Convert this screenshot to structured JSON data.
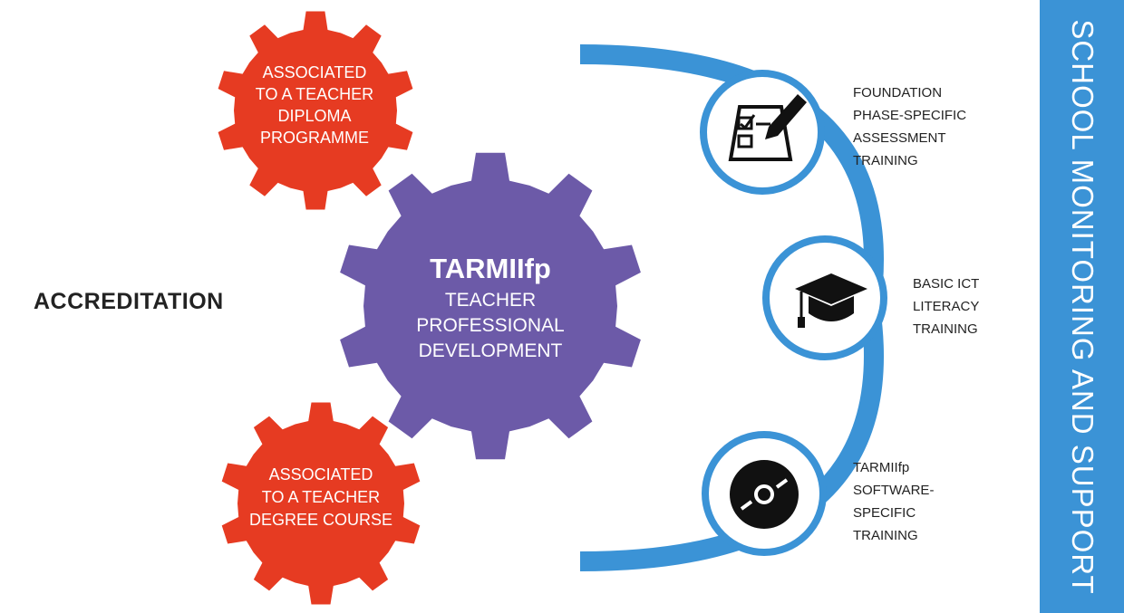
{
  "accreditation": "ACCREDITATION",
  "side_bar": {
    "label": "SCHOOL MONITORING AND SUPPORT"
  },
  "gears": {
    "top_left": [
      "ASSOCIATED",
      "TO A TEACHER",
      "DIPLOMA",
      "PROGRAMME"
    ],
    "center_title": "TARMIIfp",
    "center_lines": [
      "TEACHER",
      "PROFESSIONAL",
      "DEVELOPMENT"
    ],
    "bottom_left": [
      "ASSOCIATED",
      "TO A TEACHER",
      "DEGREE COURSE"
    ]
  },
  "trainings": [
    {
      "icon": "assessment-checklist-icon",
      "lines": [
        "FOUNDATION",
        "PHASE-SPECIFIC",
        "ASSESSMENT",
        "TRAINING"
      ]
    },
    {
      "icon": "graduation-cap-icon",
      "lines": [
        "BASIC ICT",
        "LITERACY",
        "TRAINING"
      ]
    },
    {
      "icon": "software-disc-icon",
      "lines": [
        "TARMIIfp",
        "SOFTWARE-",
        "SPECIFIC",
        "TRAINING"
      ]
    }
  ],
  "colors": {
    "red_gear": "#e63b22",
    "purple_gear": "#6c5aa8",
    "arc_blue": "#3b93d6",
    "side_bar": "#3b93d6"
  }
}
